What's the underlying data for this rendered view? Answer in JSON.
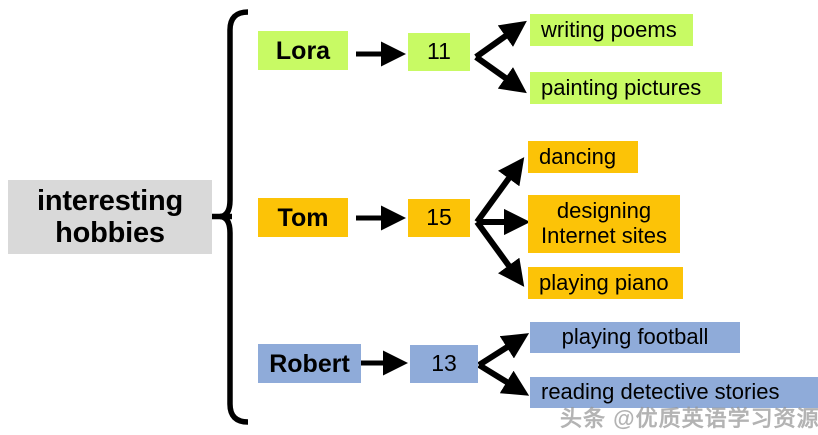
{
  "diagram": {
    "root": {
      "label": "interesting\nhobbies",
      "color": "#d9d9d9"
    },
    "branches": [
      {
        "name": "Lora",
        "number": "11",
        "color": "#c8fa64",
        "hobbies": [
          {
            "label": "writing poems"
          },
          {
            "label": "painting pictures"
          }
        ]
      },
      {
        "name": "Tom",
        "number": "15",
        "color": "#fcc307",
        "hobbies": [
          {
            "label": "dancing"
          },
          {
            "label": "designing\nInternet sites"
          },
          {
            "label": "playing piano"
          }
        ]
      },
      {
        "name": "Robert",
        "number": "13",
        "color": "#8fabd9",
        "hobbies": [
          {
            "label": "playing football"
          },
          {
            "label": "reading detective stories"
          }
        ]
      }
    ],
    "connector_color": "#000000"
  },
  "watermark": {
    "text": "头条 @优质英语学习资源"
  }
}
